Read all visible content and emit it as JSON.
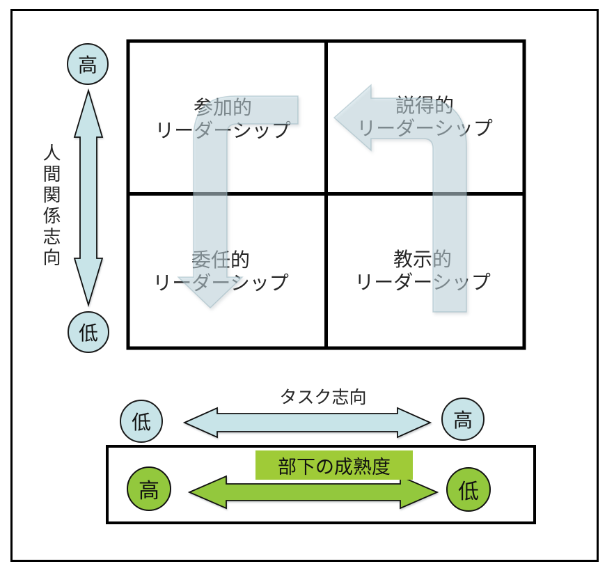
{
  "diagram": {
    "title": "situational-leadership-matrix",
    "quadrants": {
      "top_left": {
        "line1": "参加的",
        "line2": "リーダーシップ"
      },
      "top_right": {
        "line1": "説得的",
        "line2": "リーダーシップ"
      },
      "bottom_left": {
        "line1": "委任的",
        "line2": "リーダーシップ"
      },
      "bottom_right": {
        "line1": "教示的",
        "line2": "リーダーシップ"
      }
    },
    "relationship_axis": {
      "label": "人間関係志向",
      "high": "高",
      "low": "低"
    },
    "task_axis": {
      "label": "タスク志向",
      "low": "低",
      "high": "高"
    },
    "maturity": {
      "label": "部下の成熟度",
      "left": "高",
      "right": "低"
    },
    "colors": {
      "pale_blue_fill": "#c8e4e8",
      "flow_arrow_fill": "rgba(199,222,230,0.5)",
      "green_fill": "#93c83d",
      "green_label_bg": "#9fcb37",
      "line": "#000000",
      "text": "#262626"
    }
  }
}
